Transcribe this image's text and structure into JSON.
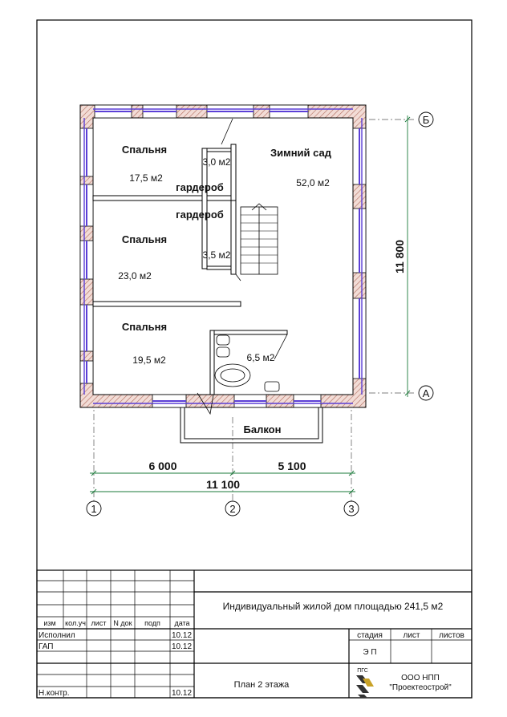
{
  "rooms": {
    "bedroom1": {
      "name": "Спальня",
      "area": "17,5 м2"
    },
    "bedroom2": {
      "name": "Спальня",
      "area": "23,0 м2"
    },
    "bedroom3": {
      "name": "Спальня",
      "area": "19,5 м2"
    },
    "wardrobe1": {
      "name": "гардероб",
      "area": "3,0 м2"
    },
    "wardrobe2": {
      "name": "гардероб",
      "area": "3,5 м2"
    },
    "winter_garden": {
      "name": "Зимний сад",
      "area": "52,0 м2"
    },
    "bathroom": {
      "area": "6,5 м2"
    },
    "balcony": {
      "name": "Балкон"
    }
  },
  "dimensions": {
    "left": "6 000",
    "right": "5 100",
    "total": "11 100",
    "height": "11 800"
  },
  "axes": {
    "a1": "1",
    "a2": "2",
    "a3": "3",
    "rowA": "А",
    "rowB": "Б"
  },
  "stamp": {
    "project": "Индивидуальный  жилой  дом  площадью 241,5  м2",
    "sheet_title": "План  2  этажа",
    "company_line1": "ООО  НПП",
    "company_line2": "\"Проектеострой\"",
    "logo_text": "ПГС",
    "cols": [
      "изм",
      "кол.уч",
      "лист",
      "N док",
      "подп",
      "дата"
    ],
    "stage_h": "стадия",
    "sheet_h": "лист",
    "sheets_h": "листов",
    "stage": "Э П",
    "rows": [
      {
        "role": "Исполнил",
        "date": "10.12"
      },
      {
        "role": "ГАП",
        "date": "10.12"
      },
      {
        "role": "Н.контр.",
        "date": "10.12"
      }
    ]
  }
}
